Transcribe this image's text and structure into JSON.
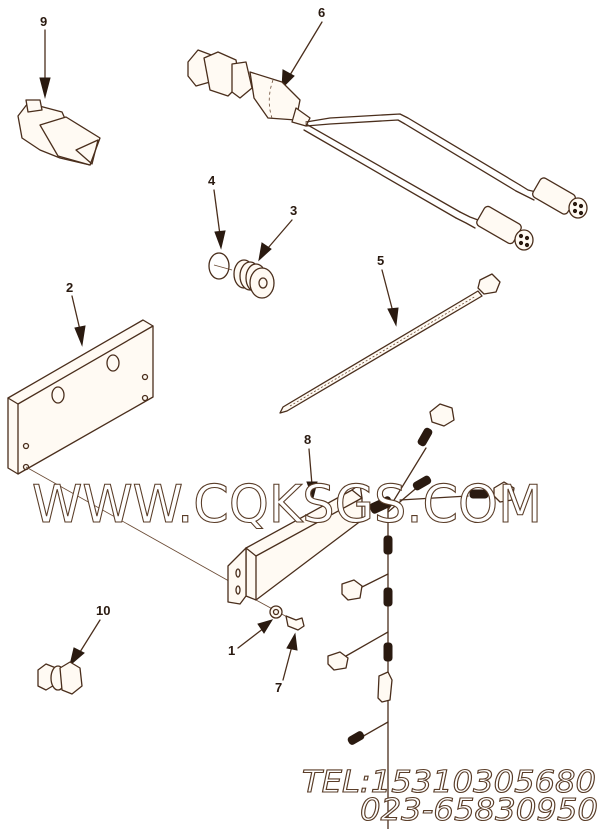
{
  "diagram": {
    "type": "exploded parts diagram",
    "line_color": "#4a2e1c",
    "background": "#ffffff",
    "callouts": [
      {
        "id": "1",
        "label": "1",
        "part": "washer"
      },
      {
        "id": "2",
        "label": "2",
        "part": "mounting plate"
      },
      {
        "id": "3",
        "label": "3",
        "part": "plug"
      },
      {
        "id": "4",
        "label": "4",
        "part": "o-ring"
      },
      {
        "id": "5",
        "label": "5",
        "part": "cable tie"
      },
      {
        "id": "6",
        "label": "6",
        "part": "sensor with wiring harness"
      },
      {
        "id": "7",
        "label": "7",
        "part": "screw"
      },
      {
        "id": "8",
        "label": "8",
        "part": "bracket / module"
      },
      {
        "id": "9",
        "label": "9",
        "part": "connector"
      },
      {
        "id": "10",
        "label": "10",
        "part": "bolt"
      }
    ]
  },
  "watermark": {
    "site": "WWW.CQKSGS.COM",
    "tel": "TEL:15310305680",
    "phone": "023-65830950"
  }
}
